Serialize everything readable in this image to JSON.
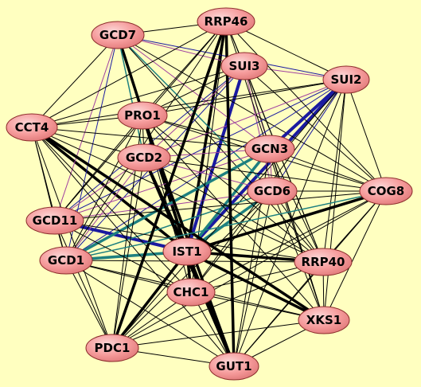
{
  "colors": {
    "background": "#ffffc0",
    "node_fill": "#f59a9a",
    "node_border": "#8a2a2a",
    "edge_default": "#000000",
    "edge_blue": "#1a1aa0",
    "edge_teal": "#1e8080",
    "edge_magenta": "#a040a0"
  },
  "nodes": [
    {
      "id": "RRP46",
      "label": "RRP46"
    },
    {
      "id": "GCD7",
      "label": "GCD7"
    },
    {
      "id": "SUI3",
      "label": "SUI3"
    },
    {
      "id": "SUI2",
      "label": "SUI2"
    },
    {
      "id": "PRO1",
      "label": "PRO1"
    },
    {
      "id": "CCT4",
      "label": "CCT4"
    },
    {
      "id": "GCN3",
      "label": "GCN3"
    },
    {
      "id": "GCD2",
      "label": "GCD2"
    },
    {
      "id": "GCD6",
      "label": "GCD6"
    },
    {
      "id": "COG8",
      "label": "COG8"
    },
    {
      "id": "GCD11",
      "label": "GCD11"
    },
    {
      "id": "IST1",
      "label": "IST1"
    },
    {
      "id": "GCD1",
      "label": "GCD1"
    },
    {
      "id": "RRP40",
      "label": "RRP40"
    },
    {
      "id": "CHC1",
      "label": "CHC1"
    },
    {
      "id": "XKS1",
      "label": "XKS1"
    },
    {
      "id": "PDC1",
      "label": "PDC1"
    },
    {
      "id": "GUT1",
      "label": "GUT1"
    }
  ],
  "edges": [
    {
      "s": "IST1",
      "t": "RRP46",
      "kind": "heavy"
    },
    {
      "s": "IST1",
      "t": "GCD7",
      "kind": "heavy"
    },
    {
      "s": "IST1",
      "t": "SUI3",
      "kind": "blue-heavy"
    },
    {
      "s": "IST1",
      "t": "SUI2",
      "kind": "blue-heavy"
    },
    {
      "s": "IST1",
      "t": "PRO1",
      "kind": "heavy"
    },
    {
      "s": "IST1",
      "t": "CCT4",
      "kind": "heavy"
    },
    {
      "s": "IST1",
      "t": "GCN3",
      "kind": "teal-heavy"
    },
    {
      "s": "IST1",
      "t": "GCD2",
      "kind": "heavy"
    },
    {
      "s": "IST1",
      "t": "GCD6",
      "kind": "teal-heavy"
    },
    {
      "s": "IST1",
      "t": "COG8",
      "kind": "heavy"
    },
    {
      "s": "IST1",
      "t": "GCD11",
      "kind": "blue-heavy"
    },
    {
      "s": "IST1",
      "t": "GCD1",
      "kind": "teal-heavy"
    },
    {
      "s": "IST1",
      "t": "RRP40",
      "kind": "heavy"
    },
    {
      "s": "IST1",
      "t": "CHC1",
      "kind": "heavy"
    },
    {
      "s": "IST1",
      "t": "XKS1",
      "kind": "heavy"
    },
    {
      "s": "IST1",
      "t": "PDC1",
      "kind": "heavy"
    },
    {
      "s": "IST1",
      "t": "GUT1",
      "kind": "heavy"
    },
    {
      "s": "GCD7",
      "t": "GCD6",
      "kind": "teal"
    },
    {
      "s": "GCD7",
      "t": "SUI2",
      "kind": "blue"
    },
    {
      "s": "GCD7",
      "t": "SUI3",
      "kind": "magenta"
    },
    {
      "s": "GCD7",
      "t": "GCN3",
      "kind": "magenta"
    },
    {
      "s": "GCD7",
      "t": "GCD2",
      "kind": "teal"
    },
    {
      "s": "GCD7",
      "t": "GCD1",
      "kind": "blue"
    },
    {
      "s": "GCD7",
      "t": "GCD11",
      "kind": "magenta"
    },
    {
      "s": "GCD7",
      "t": "RRP46",
      "kind": "thin"
    },
    {
      "s": "GCD7",
      "t": "CCT4",
      "kind": "thin"
    },
    {
      "s": "GCD7",
      "t": "PRO1",
      "kind": "thin"
    },
    {
      "s": "GCD7",
      "t": "COG8",
      "kind": "thin"
    },
    {
      "s": "GCD7",
      "t": "RRP40",
      "kind": "thin"
    },
    {
      "s": "SUI3",
      "t": "SUI2",
      "kind": "magenta"
    },
    {
      "s": "SUI3",
      "t": "GCN3",
      "kind": "magenta"
    },
    {
      "s": "SUI3",
      "t": "GCD6",
      "kind": "magenta"
    },
    {
      "s": "SUI3",
      "t": "GCD2",
      "kind": "magenta"
    },
    {
      "s": "SUI3",
      "t": "GCD11",
      "kind": "blue"
    },
    {
      "s": "SUI3",
      "t": "GCD1",
      "kind": "blue"
    },
    {
      "s": "SUI3",
      "t": "RRP46",
      "kind": "thin"
    },
    {
      "s": "SUI3",
      "t": "PRO1",
      "kind": "thin"
    },
    {
      "s": "SUI3",
      "t": "CCT4",
      "kind": "thin"
    },
    {
      "s": "SUI3",
      "t": "RRP40",
      "kind": "thin"
    },
    {
      "s": "SUI3",
      "t": "XKS1",
      "kind": "thin"
    },
    {
      "s": "SUI3",
      "t": "COG8",
      "kind": "thin"
    },
    {
      "s": "SUI2",
      "t": "GCN3",
      "kind": "blue-heavy"
    },
    {
      "s": "SUI2",
      "t": "GCD6",
      "kind": "blue"
    },
    {
      "s": "SUI2",
      "t": "GCD2",
      "kind": "magenta"
    },
    {
      "s": "SUI2",
      "t": "GCD11",
      "kind": "blue"
    },
    {
      "s": "SUI2",
      "t": "GCD1",
      "kind": "blue"
    },
    {
      "s": "SUI2",
      "t": "RRP46",
      "kind": "thin"
    },
    {
      "s": "SUI2",
      "t": "PRO1",
      "kind": "thin"
    },
    {
      "s": "SUI2",
      "t": "CCT4",
      "kind": "thin"
    },
    {
      "s": "SUI2",
      "t": "COG8",
      "kind": "thin"
    },
    {
      "s": "SUI2",
      "t": "RRP40",
      "kind": "thin"
    },
    {
      "s": "SUI2",
      "t": "CHC1",
      "kind": "thin"
    },
    {
      "s": "SUI2",
      "t": "XKS1",
      "kind": "thin"
    },
    {
      "s": "SUI2",
      "t": "PDC1",
      "kind": "thin"
    },
    {
      "s": "SUI2",
      "t": "GUT1",
      "kind": "thin"
    },
    {
      "s": "GCN3",
      "t": "GCD6",
      "kind": "magenta"
    },
    {
      "s": "GCN3",
      "t": "GCD2",
      "kind": "magenta"
    },
    {
      "s": "GCN3",
      "t": "GCD1",
      "kind": "teal-heavy"
    },
    {
      "s": "GCN3",
      "t": "GCD11",
      "kind": "magenta"
    },
    {
      "s": "GCN3",
      "t": "PRO1",
      "kind": "thin"
    },
    {
      "s": "GCN3",
      "t": "CCT4",
      "kind": "thin"
    },
    {
      "s": "GCN3",
      "t": "COG8",
      "kind": "thin"
    },
    {
      "s": "GCN3",
      "t": "RRP40",
      "kind": "thin"
    },
    {
      "s": "GCN3",
      "t": "XKS1",
      "kind": "thin"
    },
    {
      "s": "GCN3",
      "t": "GUT1",
      "kind": "thin"
    },
    {
      "s": "GCD6",
      "t": "GCD2",
      "kind": "magenta"
    },
    {
      "s": "GCD6",
      "t": "GCD1",
      "kind": "teal"
    },
    {
      "s": "GCD6",
      "t": "GCD11",
      "kind": "magenta"
    },
    {
      "s": "GCD6",
      "t": "COG8",
      "kind": "thin"
    },
    {
      "s": "GCD6",
      "t": "RRP40",
      "kind": "thin"
    },
    {
      "s": "GCD6",
      "t": "XKS1",
      "kind": "thin"
    },
    {
      "s": "GCD6",
      "t": "CHC1",
      "kind": "thin"
    },
    {
      "s": "GCD6",
      "t": "PDC1",
      "kind": "thin"
    },
    {
      "s": "GCD6",
      "t": "GUT1",
      "kind": "thin"
    },
    {
      "s": "GCD2",
      "t": "GCD1",
      "kind": "magenta"
    },
    {
      "s": "GCD2",
      "t": "GCD11",
      "kind": "magenta"
    },
    {
      "s": "GCD2",
      "t": "CCT4",
      "kind": "thin"
    },
    {
      "s": "GCD2",
      "t": "PRO1",
      "kind": "thin"
    },
    {
      "s": "GCD2",
      "t": "RRP40",
      "kind": "thin"
    },
    {
      "s": "GCD2",
      "t": "PDC1",
      "kind": "thin"
    },
    {
      "s": "GCD2",
      "t": "GUT1",
      "kind": "heavy"
    },
    {
      "s": "GCD2",
      "t": "COG8",
      "kind": "thin"
    },
    {
      "s": "GCD11",
      "t": "GCD1",
      "kind": "thin"
    },
    {
      "s": "GCD11",
      "t": "CCT4",
      "kind": "thin"
    },
    {
      "s": "GCD11",
      "t": "PDC1",
      "kind": "thin"
    },
    {
      "s": "GCD11",
      "t": "CHC1",
      "kind": "thin"
    },
    {
      "s": "GCD11",
      "t": "RRP40",
      "kind": "thin"
    },
    {
      "s": "GCD11",
      "t": "PRO1",
      "kind": "thin"
    },
    {
      "s": "GCD1",
      "t": "CCT4",
      "kind": "thin"
    },
    {
      "s": "GCD1",
      "t": "PDC1",
      "kind": "thin"
    },
    {
      "s": "GCD1",
      "t": "CHC1",
      "kind": "thin"
    },
    {
      "s": "GCD1",
      "t": "GUT1",
      "kind": "thin"
    },
    {
      "s": "GCD1",
      "t": "XKS1",
      "kind": "thin"
    },
    {
      "s": "GCD1",
      "t": "RRP40",
      "kind": "thin"
    },
    {
      "s": "GCD1",
      "t": "PRO1",
      "kind": "thin"
    },
    {
      "s": "RRP46",
      "t": "RRP40",
      "kind": "thin"
    },
    {
      "s": "RRP46",
      "t": "PRO1",
      "kind": "thin"
    },
    {
      "s": "RRP46",
      "t": "COG8",
      "kind": "thin"
    },
    {
      "s": "RRP46",
      "t": "CCT4",
      "kind": "thin"
    },
    {
      "s": "RRP46",
      "t": "XKS1",
      "kind": "thin"
    },
    {
      "s": "RRP46",
      "t": "GUT1",
      "kind": "heavy"
    },
    {
      "s": "RRP46",
      "t": "PDC1",
      "kind": "heavy"
    },
    {
      "s": "RRP46",
      "t": "CHC1",
      "kind": "thin"
    },
    {
      "s": "RRP46",
      "t": "GCD1",
      "kind": "thin"
    },
    {
      "s": "RRP46",
      "t": "GCD11",
      "kind": "thin"
    },
    {
      "s": "PRO1",
      "t": "CCT4",
      "kind": "thin"
    },
    {
      "s": "PRO1",
      "t": "GUT1",
      "kind": "heavy"
    },
    {
      "s": "PRO1",
      "t": "PDC1",
      "kind": "thin"
    },
    {
      "s": "PRO1",
      "t": "CHC1",
      "kind": "thin"
    },
    {
      "s": "PRO1",
      "t": "RRP40",
      "kind": "thin"
    },
    {
      "s": "PRO1",
      "t": "XKS1",
      "kind": "thin"
    },
    {
      "s": "PRO1",
      "t": "COG8",
      "kind": "thin"
    },
    {
      "s": "CCT4",
      "t": "XKS1",
      "kind": "heavy"
    },
    {
      "s": "CCT4",
      "t": "PDC1",
      "kind": "thin"
    },
    {
      "s": "CCT4",
      "t": "CHC1",
      "kind": "thin"
    },
    {
      "s": "CCT4",
      "t": "GUT1",
      "kind": "thin"
    },
    {
      "s": "CCT4",
      "t": "RRP40",
      "kind": "thin"
    },
    {
      "s": "COG8",
      "t": "RRP40",
      "kind": "thin"
    },
    {
      "s": "COG8",
      "t": "XKS1",
      "kind": "thin"
    },
    {
      "s": "COG8",
      "t": "GUT1",
      "kind": "thin"
    },
    {
      "s": "COG8",
      "t": "CHC1",
      "kind": "thin"
    },
    {
      "s": "COG8",
      "t": "PDC1",
      "kind": "thin"
    },
    {
      "s": "COG8",
      "t": "GCD1",
      "kind": "teal"
    },
    {
      "s": "COG8",
      "t": "GCD11",
      "kind": "thin"
    },
    {
      "s": "RRP40",
      "t": "XKS1",
      "kind": "thin"
    },
    {
      "s": "RRP40",
      "t": "CHC1",
      "kind": "thin"
    },
    {
      "s": "RRP40",
      "t": "GUT1",
      "kind": "thin"
    },
    {
      "s": "RRP40",
      "t": "PDC1",
      "kind": "thin"
    },
    {
      "s": "CHC1",
      "t": "XKS1",
      "kind": "thin"
    },
    {
      "s": "CHC1",
      "t": "PDC1",
      "kind": "thin"
    },
    {
      "s": "CHC1",
      "t": "GUT1",
      "kind": "thin"
    },
    {
      "s": "XKS1",
      "t": "GUT1",
      "kind": "thin"
    },
    {
      "s": "XKS1",
      "t": "PDC1",
      "kind": "thin"
    },
    {
      "s": "PDC1",
      "t": "GUT1",
      "kind": "thin"
    }
  ]
}
